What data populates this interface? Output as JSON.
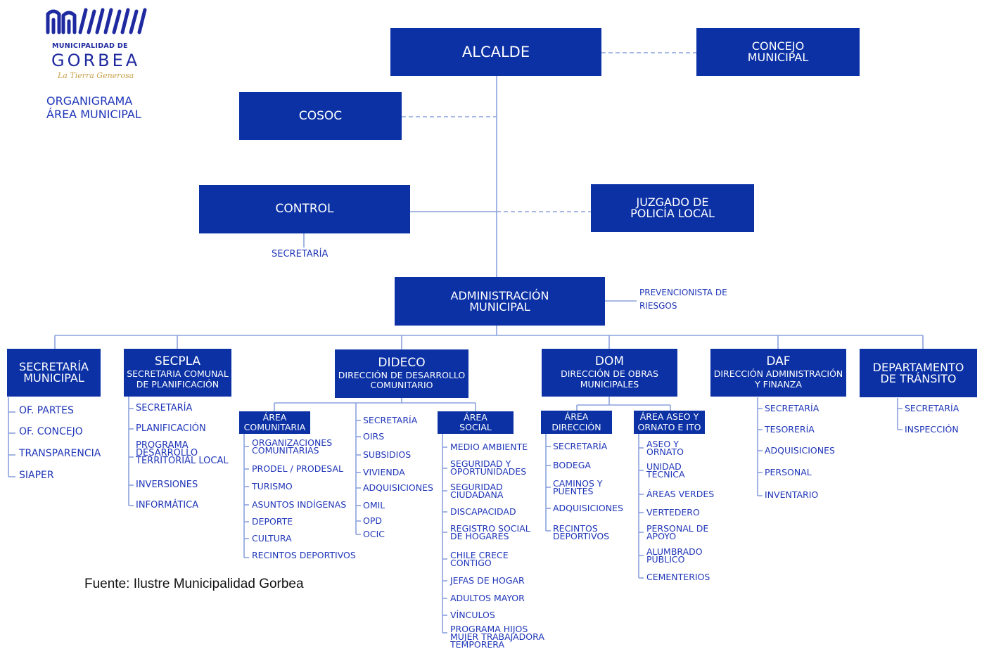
{
  "logo": {
    "line1": "MUNICIPALIDAD DE",
    "line2": "GORBEA",
    "tagline": "La Tierra Generosa",
    "color": "#1f2aa0",
    "tagline_color": "#c8a24a"
  },
  "title": {
    "line1": "ORGANIGRAMA",
    "line2": "ÁREA MUNICIPAL"
  },
  "colors": {
    "box": "#0b31a5",
    "text": "#1f36b8",
    "line": "#8aa2dc"
  },
  "nodes": {
    "alcalde": "ALCALDE",
    "concejo": {
      "l1": "CONCEJO",
      "l2": "MUNICIPAL"
    },
    "cosoc": "COSOC",
    "control": "CONTROL",
    "control_secretaria": "SECRETARÍA",
    "juzgado": {
      "l1": "JUZGADO DE",
      "l2": "POLICÍA LOCAL"
    },
    "administracion": {
      "l1": "ADMINISTRACIÓN",
      "l2": "MUNICIPAL"
    },
    "prevencionista": {
      "l1": "PREVENCIONISTA DE",
      "l2": "RIESGOS"
    }
  },
  "departments": {
    "secretaria_municipal": {
      "l1": "SECRETARÍA",
      "l2": "MUNICIPAL",
      "items": [
        "OF. PARTES",
        "OF. CONCEJO",
        "TRANSPARENCIA",
        "SIAPER"
      ]
    },
    "secpla": {
      "title": "SECPLA",
      "sub1": "SECRETARIA COMUNAL",
      "sub2": "DE PLANIFICACIÓN",
      "items": [
        "SECRETARÍA",
        "PLANIFICACIÓN",
        "PROGRAMA\nDESARROLLO\nTERRITORIAL LOCAL",
        "INVERSIONES",
        "INFORMÁTICA"
      ]
    },
    "dideco": {
      "title": "DIDECO",
      "sub1": "DIRECCIÓN DE DESARROLLO",
      "sub2": "COMUNITARIO",
      "area_comunitaria": {
        "l1": "ÁREA",
        "l2": "COMUNITARIA",
        "items": [
          "ORGANIZACIONES\nCOMUNITARIAS",
          "PRODEL / PRODESAL",
          "TURISMO",
          "ASUNTOS INDÍGENAS",
          "DEPORTE",
          "CULTURA",
          "RECINTOS DEPORTIVOS"
        ]
      },
      "middle_items": [
        "SECRETARÍA",
        "OIRS",
        "SUBSIDIOS",
        "VIVIENDA",
        "ADQUISICIONES",
        "OMIL",
        "OPD",
        "OCIC"
      ],
      "area_social": {
        "l1": "ÁREA",
        "l2": "SOCIAL",
        "items": [
          "MEDIO AMBIENTE",
          "SEGURIDAD Y\nOPORTUNIDADES",
          "SEGURIDAD\nCIUDADANA",
          "DISCAPACIDAD",
          "REGISTRO SOCIAL\nDE HOGARES",
          "CHILE CRECE\nCONTIGO",
          "JEFAS DE HOGAR",
          "ADULTOS MAYOR",
          "VÍNCULOS",
          "PROGRAMA HIJOS\nMUJER TRABAJADORA\nTEMPORERA"
        ]
      }
    },
    "dom": {
      "title": "DOM",
      "sub1": "DIRECCIÓN DE OBRAS",
      "sub2": "MUNICIPALES",
      "area_direccion": {
        "l1": "ÁREA",
        "l2": "DIRECCIÓN",
        "items": [
          "SECRETARÍA",
          "BODEGA",
          "CAMINOS Y\nPUENTES",
          "ADQUISICIONES",
          "RECINTOS\nDEPORTIVOS"
        ]
      },
      "area_aseo": {
        "l1": "ÁREA ASEO Y",
        "l2": "ORNATO E ITO",
        "items": [
          "ASEO Y\nORNATO",
          "UNIDAD\nTÉCNICA",
          "ÁREAS VERDES",
          "VERTEDERO",
          "PERSONAL DE\nAPOYO",
          "ALUMBRADO\nPÚBLICO",
          "CEMENTERIOS"
        ]
      }
    },
    "daf": {
      "title": "DAF",
      "sub1": "DIRECCIÓN ADMINISTRACIÓN",
      "sub2": "Y FINANZA",
      "items": [
        "SECRETARÍA",
        "TESORERÍA",
        "ADQUISICIONES",
        "PERSONAL",
        "INVENTARIO"
      ]
    },
    "transito": {
      "l1": "DEPARTAMENTO",
      "l2": "DE TRÁNSITO",
      "items": [
        "SECRETARÍA",
        "INSPECCIÓN"
      ]
    }
  },
  "source": "Fuente: Ilustre Municipalidad Gorbea"
}
